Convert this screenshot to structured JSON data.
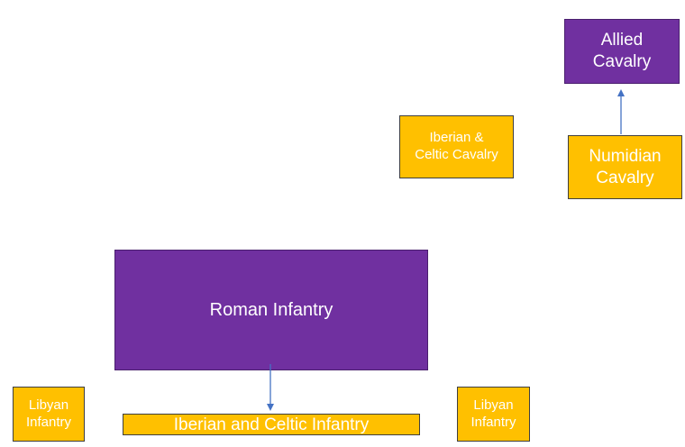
{
  "diagram": {
    "nodes": {
      "allied_cavalry": {
        "label": "Allied\nCavalry",
        "color": "#7030A0"
      },
      "iberian_celtic_cavalry": {
        "label": "Iberian &\nCeltic Cavalry",
        "color": "#FFC000"
      },
      "numidian_cavalry": {
        "label": "Numidian\nCavalry",
        "color": "#FFC000"
      },
      "roman_infantry": {
        "label": "Roman Infantry",
        "color": "#7030A0"
      },
      "libyan_infantry_left": {
        "label": "Libyan\nInfantry",
        "color": "#FFC000"
      },
      "libyan_infantry_right": {
        "label": "Libyan\nInfantry",
        "color": "#FFC000"
      },
      "iberian_celtic_infantry": {
        "label": "Iberian and Celtic Infantry",
        "color": "#FFC000"
      }
    },
    "edges": [
      {
        "from": "Numidian Cavalry",
        "to": "Allied Cavalry",
        "color": "#4472C4"
      },
      {
        "from": "Roman Infantry",
        "to": "Iberian and Celtic Infantry",
        "color": "#4472C4"
      }
    ]
  }
}
